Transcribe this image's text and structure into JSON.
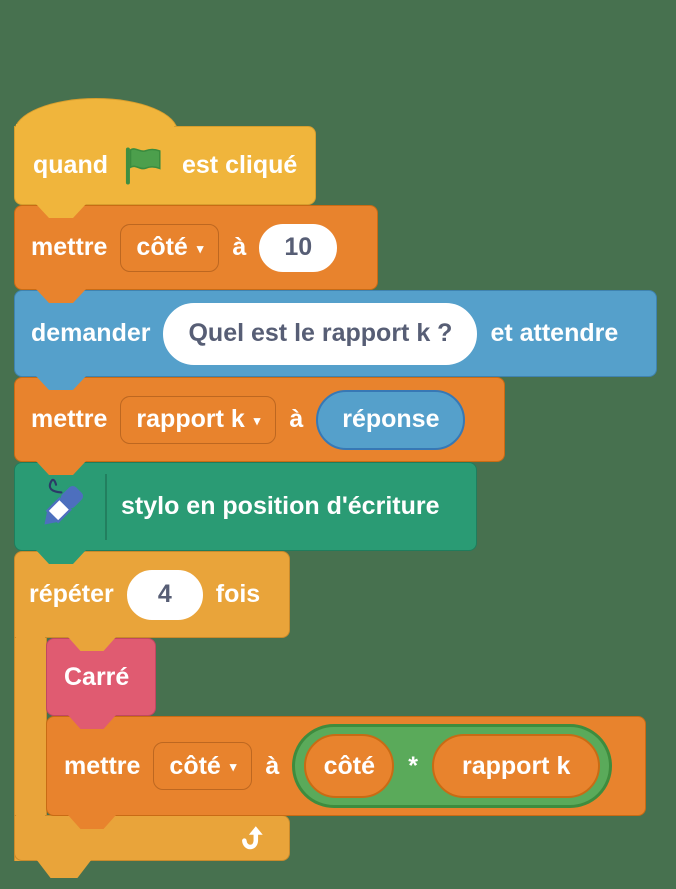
{
  "colors": {
    "background": "#47714F",
    "events_yellow": "#F0B53C",
    "data_orange": "#E8832D",
    "sensing_blue": "#55A0CB",
    "pen_green": "#2A9B74",
    "control_orange": "#E9A43A",
    "myblocks_pink": "#E05B71",
    "operator_green": "#5AAA5A",
    "input_text_dark": "#575E75",
    "flag_green": "#4C9F4C"
  },
  "icons": {
    "dropdown_arrow": "▾"
  },
  "script": {
    "when_flag_clicked": {
      "prefix": "quand",
      "suffix": "est cliqué"
    },
    "set_cote": {
      "verb": "mettre",
      "variable": "côté",
      "preposition": "à",
      "value": "10"
    },
    "ask_and_wait": {
      "verb": "demander",
      "question": "Quel est le rapport k ?",
      "suffix": "et attendre"
    },
    "set_rapport_k": {
      "verb": "mettre",
      "variable": "rapport k",
      "preposition": "à",
      "value": "réponse"
    },
    "pen_down": {
      "label": "stylo en position d'écriture"
    },
    "repeat_loop": {
      "verb": "répéter",
      "count": "4",
      "suffix": "fois"
    },
    "custom_carre": {
      "label": "Carré"
    },
    "set_cote_product": {
      "verb": "mettre",
      "variable": "côté",
      "preposition": "à",
      "operand_left": "côté",
      "operator": "*",
      "operand_right": "rapport k"
    }
  }
}
